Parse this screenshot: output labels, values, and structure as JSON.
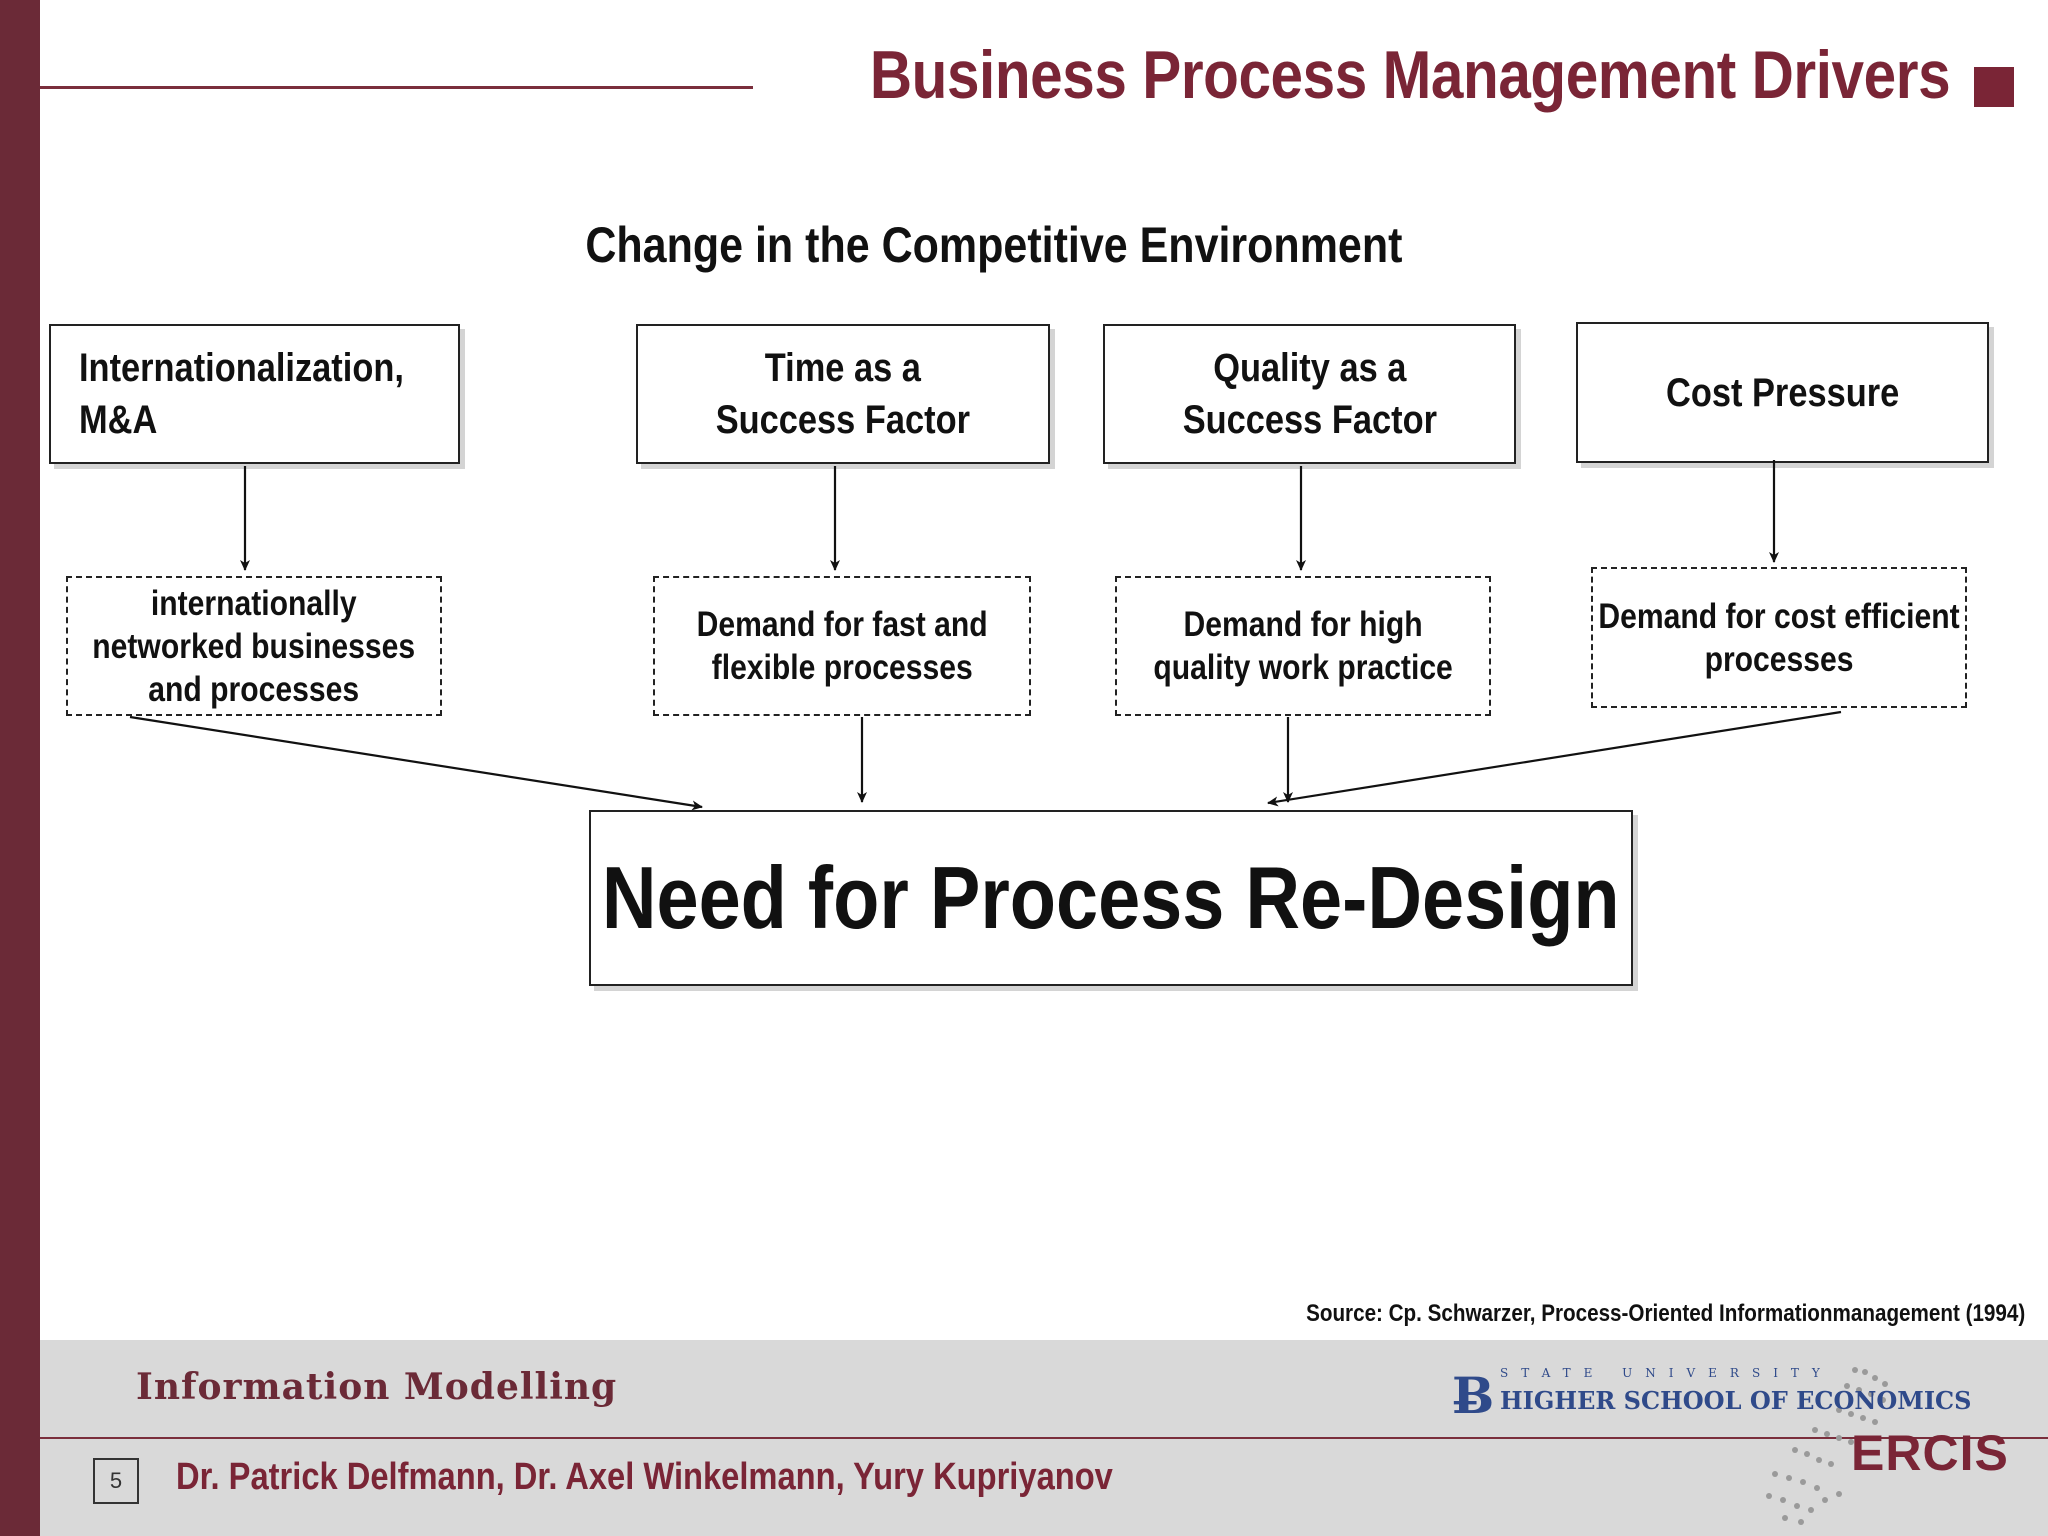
{
  "slide": {
    "title": "Business Process Management Drivers",
    "subtitle": "Change in the Competitive Environment"
  },
  "drivers": [
    {
      "lines": [
        "Internationalization,",
        "M&A"
      ]
    },
    {
      "lines": [
        "Time as a",
        "Success Factor"
      ]
    },
    {
      "lines": [
        "Quality as a",
        "Success Factor"
      ]
    },
    {
      "lines": [
        "Cost Pressure"
      ]
    }
  ],
  "demands": [
    {
      "lines": [
        "internationally",
        "networked businesses",
        "and processes"
      ]
    },
    {
      "lines": [
        "Demand for fast and",
        "flexible processes"
      ]
    },
    {
      "lines": [
        "Demand for high",
        "quality work practice"
      ]
    },
    {
      "lines": [
        "Demand for cost efficient",
        "processes"
      ]
    }
  ],
  "result": {
    "label": "Need for Process Re-Design"
  },
  "source": "Source: Cp. Schwarzer, Process-Oriented Informationmanagement (1994)",
  "footer": {
    "course": "Information Modelling",
    "page_number": "5",
    "authors": "Dr. Patrick Delfmann, Dr. Axel Winkelmann, Yury Kupriyanov",
    "university_top": "STATE UNIVERSITY",
    "university_bottom": "HIGHER SCHOOL OF ECONOMICS",
    "institute": "ERCIS"
  },
  "colors": {
    "accent": "#7a2536",
    "sidebar": "#6b2a37",
    "footer_bg": "#d9d9d9",
    "hse_blue": "#2f4a8a"
  }
}
